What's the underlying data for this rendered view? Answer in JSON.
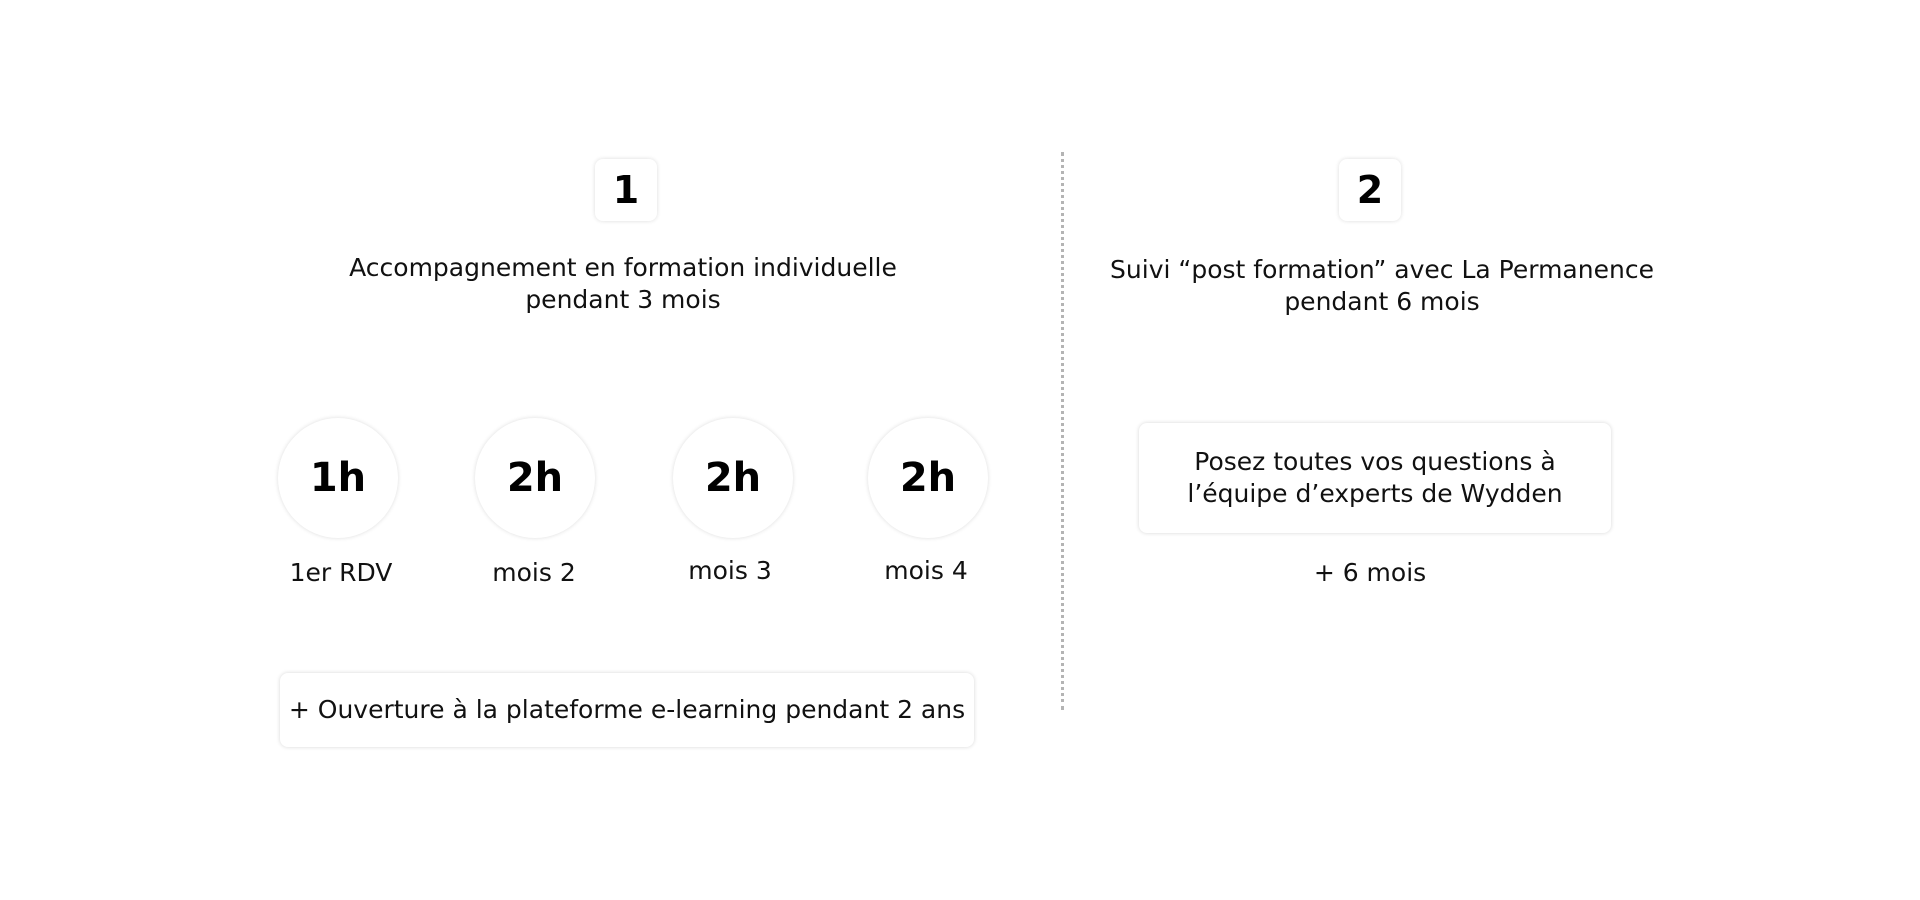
{
  "step1": {
    "number": "1",
    "title_line1": "Accompagnement en formation individuelle",
    "title_line2": "pendant 3 mois",
    "sessions": [
      {
        "duration": "1h",
        "label": "1er RDV"
      },
      {
        "duration": "2h",
        "label": "mois 2"
      },
      {
        "duration": "2h",
        "label": "mois 3"
      },
      {
        "duration": "2h",
        "label": "mois 4"
      }
    ],
    "extra": "+ Ouverture à la plateforme e-learning pendant 2 ans"
  },
  "step2": {
    "number": "2",
    "title_line1": "Suivi “post formation” avec La Permanence",
    "title_line2": "pendant 6 mois",
    "card_line1": "Posez toutes vos questions à",
    "card_line2": "l’équipe d’experts de Wydden",
    "duration": "+ 6 mois"
  },
  "colors": {
    "text": "#111111",
    "divider": "#b4b4b4",
    "background": "#ffffff"
  }
}
